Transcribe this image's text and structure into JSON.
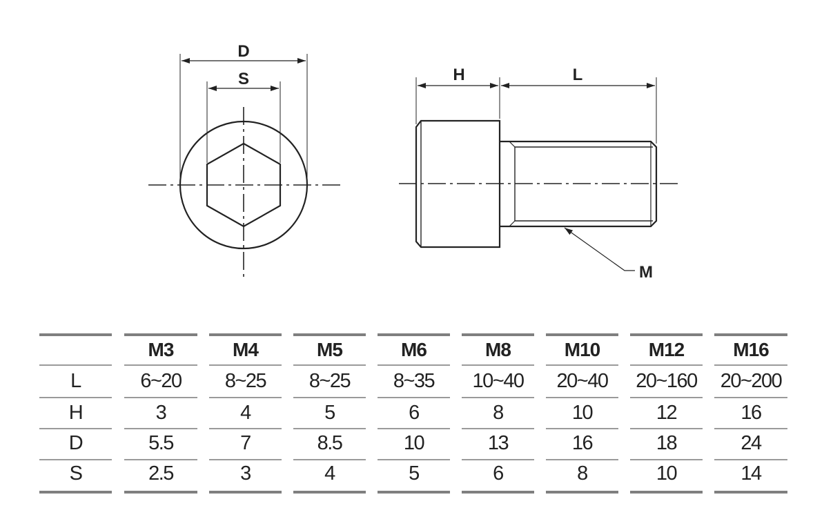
{
  "labels": {
    "d": "D",
    "s": "S",
    "h": "H",
    "l": "L",
    "m": "M"
  },
  "table": {
    "columns": [
      "M3",
      "M4",
      "M5",
      "M6",
      "M8",
      "M10",
      "M12",
      "M16"
    ],
    "rows": [
      {
        "label": "L",
        "values": [
          "6~20",
          "8~25",
          "8~25",
          "8~35",
          "10~40",
          "20~40",
          "20~160",
          "20~200"
        ]
      },
      {
        "label": "H",
        "values": [
          "3",
          "4",
          "5",
          "6",
          "8",
          "10",
          "12",
          "16"
        ]
      },
      {
        "label": "D",
        "values": [
          "5.5",
          "7",
          "8.5",
          "10",
          "13",
          "16",
          "18",
          "24"
        ]
      },
      {
        "label": "S",
        "values": [
          "2.5",
          "3",
          "4",
          "5",
          "6",
          "8",
          "10",
          "14"
        ]
      }
    ]
  },
  "colors": {
    "line": "#222222",
    "rule": "#8a8a8a"
  }
}
